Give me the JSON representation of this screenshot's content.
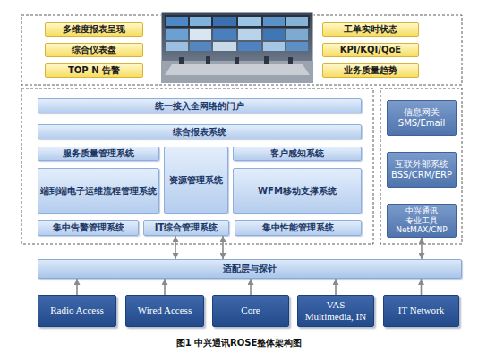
{
  "diagram": {
    "caption": "图1 中兴通讯ROSE整体架构图",
    "nodes": [
      {
        "text": [
          "多维度报表呈现"
        ]
      },
      {
        "text": [
          "工单实时状态"
        ]
      },
      {
        "text": [
          "综合仪表盘"
        ]
      },
      {
        "text": [
          "KPI/KQI/QoE"
        ]
      },
      {
        "text": [
          "TOP N 告警"
        ]
      },
      {
        "text": [
          "业务质量趋势"
        ]
      },
      {
        "text": [
          "统一接入全网络的门户"
        ]
      },
      {
        "text": [
          "信息网关 SMS/Email"
        ]
      },
      {
        "text": [
          "综合报表系统"
        ]
      },
      {
        "text": [
          "服务质量管理系统"
        ]
      },
      {
        "text": [
          "资源管理系统"
        ]
      },
      {
        "text": [
          "客户感知系统"
        ]
      },
      {
        "text": [
          "互联外部系统 BSS/CRM/ERP"
        ]
      },
      {
        "text": [
          "端到端电子运维流程管理系统"
        ]
      },
      {
        "text": [
          "WFM移动支撑系统"
        ]
      },
      {
        "text": [
          "集中告警管理系统"
        ]
      },
      {
        "text": [
          "IT综合管理系统"
        ]
      },
      {
        "text": [
          "集中性能管理系统"
        ]
      },
      {
        "text": [
          "中兴通讯 专业工具 NetMAX/CNP"
        ]
      },
      {
        "text": [
          "适配层与探针"
        ]
      },
      {
        "text": [
          "Radio Access"
        ]
      },
      {
        "text": [
          "Wired Access"
        ]
      },
      {
        "text": [
          "Core"
        ]
      },
      {
        "text": [
          "VAS Multimedia, IN"
        ]
      },
      {
        "text": [
          "IT Network"
        ]
      }
    ],
    "edges": [
      {
        "from": 20,
        "to": 19,
        "arrow": "to"
      },
      {
        "from": 21,
        "to": 19,
        "arrow": "to"
      },
      {
        "from": 22,
        "to": 19,
        "arrow": "to"
      },
      {
        "from": 23,
        "to": 19,
        "arrow": "to"
      },
      {
        "from": 24,
        "to": 19,
        "arrow": "to"
      },
      {
        "from": 19,
        "to": 16,
        "arrow": "both"
      },
      {
        "from": 19,
        "to": 16,
        "arrow": "both"
      },
      {
        "from": 19,
        "to": 18,
        "arrow": "both"
      }
    ]
  }
}
